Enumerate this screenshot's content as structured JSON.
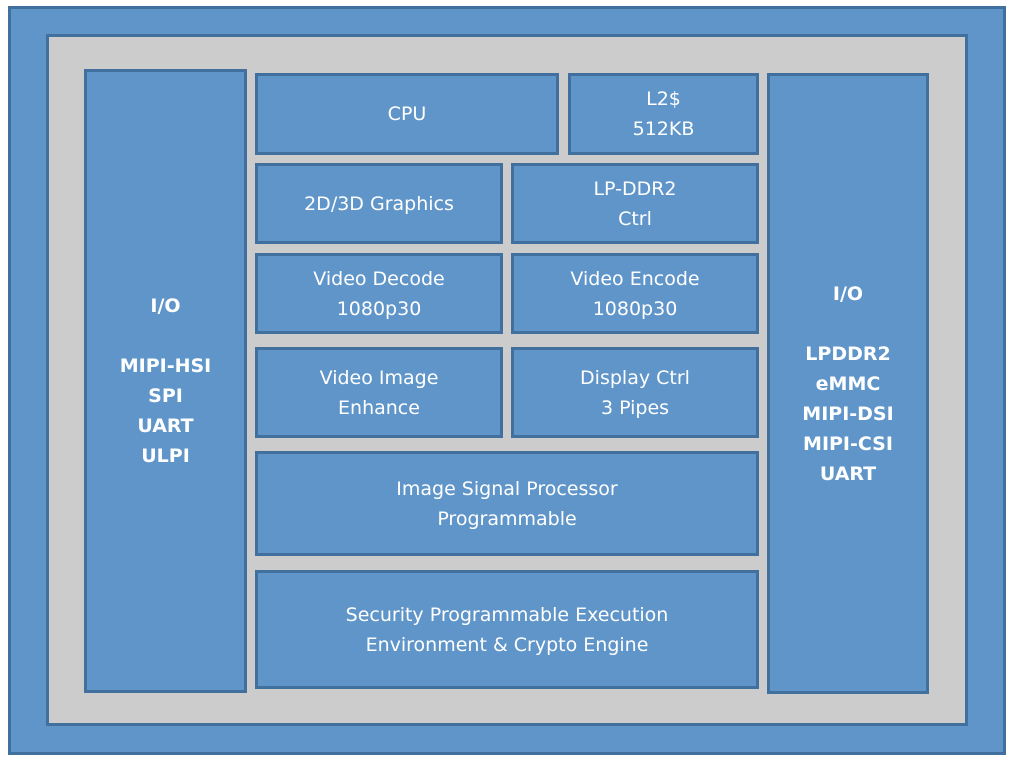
{
  "left_io": {
    "title": "I/O",
    "items": [
      "MIPI-HSI",
      "SPI",
      "UART",
      "ULPI"
    ]
  },
  "right_io": {
    "title": "I/O",
    "items": [
      "LPDDR2",
      "eMMC",
      "MIPI-DSI",
      "MIPI-CSI",
      "UART"
    ]
  },
  "blocks": {
    "cpu": [
      "CPU"
    ],
    "l2": [
      "L2$",
      "512KB"
    ],
    "gfx": [
      "2D/3D Graphics"
    ],
    "ddr": [
      "LP-DDR2",
      "Ctrl"
    ],
    "vdec": [
      "Video Decode",
      "1080p30"
    ],
    "venc": [
      "Video Encode",
      "1080p30"
    ],
    "vie": [
      "Video Image",
      "Enhance"
    ],
    "disp": [
      "Display Ctrl",
      "3 Pipes"
    ],
    "isp": [
      "Image Signal Processor",
      "Programmable"
    ],
    "sec": [
      "Security Programmable Execution",
      "Environment & Crypto Engine"
    ]
  },
  "colors": {
    "fill": "#5f95c8",
    "border": "#41709f",
    "background": "#cccccc"
  }
}
